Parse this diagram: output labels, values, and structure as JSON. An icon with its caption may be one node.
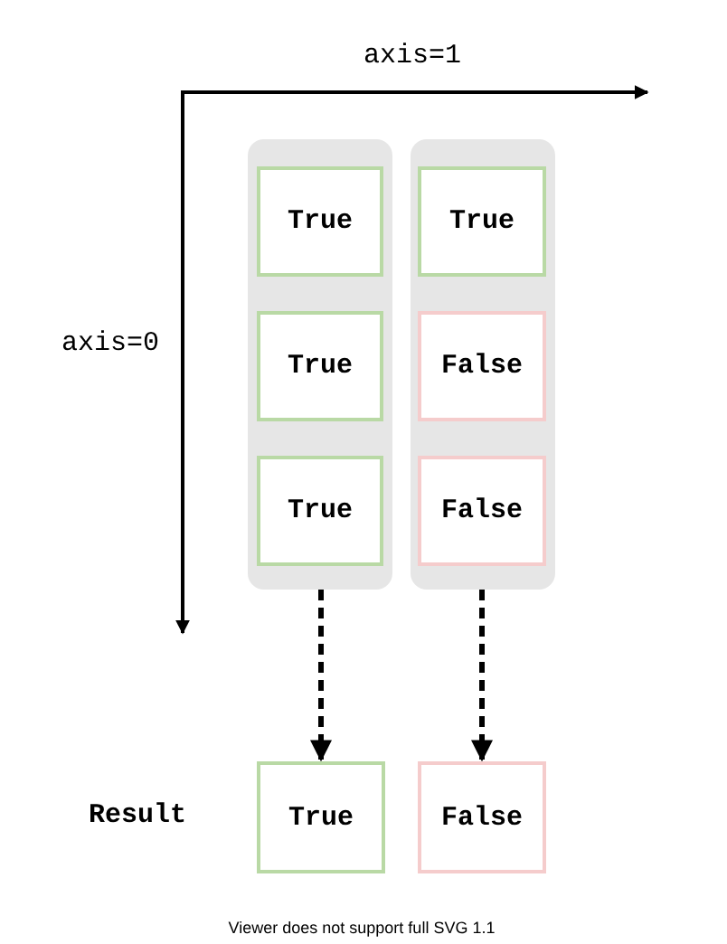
{
  "diagram": {
    "nodes": [
      {
        "text": [],
        "shape": "box"
      },
      {
        "text": [
          "True"
        ],
        "in": 0
      },
      {
        "text": [
          "True"
        ],
        "in": 0
      },
      {
        "text": [
          "True"
        ],
        "in": 0
      },
      {
        "text": [],
        "shape": "box"
      },
      {
        "text": [
          "True"
        ],
        "in": 4
      },
      {
        "text": [
          "False"
        ],
        "in": 4
      },
      {
        "text": [
          "False"
        ],
        "in": 4
      },
      {
        "text": [
          "True"
        ]
      },
      {
        "text": [
          "False"
        ]
      }
    ],
    "edges": [
      {
        "from": 0,
        "to": 8,
        "arrow": "to",
        "style": "dashed"
      },
      {
        "from": 4,
        "to": 9,
        "arrow": "to",
        "style": "dashed"
      }
    ],
    "labels": [
      "axis=1",
      "axis=0",
      "Result",
      "Viewer does not support full SVG 1.1"
    ]
  }
}
